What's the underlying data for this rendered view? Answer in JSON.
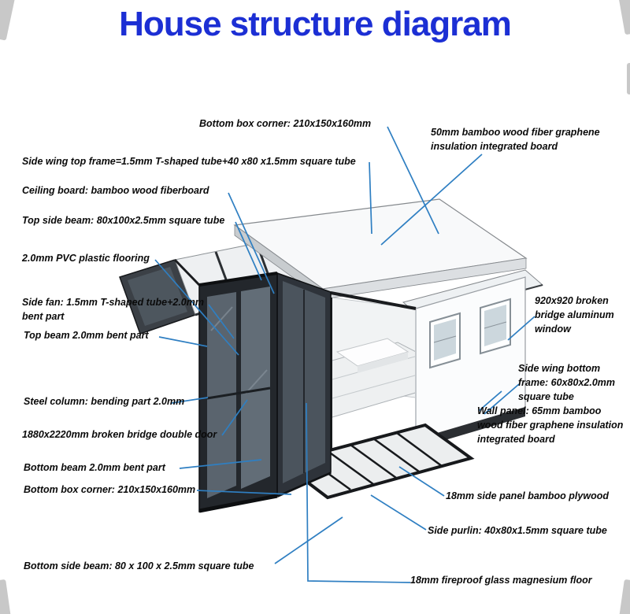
{
  "title": "House structure diagram",
  "colors": {
    "title_blue": "#1c2fd4",
    "leader_line_blue": "#2f7fc2",
    "frame_black": "#1a1c1f",
    "panel_white": "#f8f9fa"
  },
  "labels": [
    {
      "id": "bottom-box-corner-top",
      "text": "Bottom box corner:  210x150x160mm"
    },
    {
      "id": "insulation-board",
      "text": "50mm bamboo wood fiber graphene insulation integrated board"
    },
    {
      "id": "side-wing-top-frame",
      "text": "Side wing top frame=1.5mm T-shaped tube+40 x80 x1.5mm square tube"
    },
    {
      "id": "ceiling-board",
      "text": "Ceiling board:  bamboo wood fiberboard"
    },
    {
      "id": "top-side-beam",
      "text": "Top side beam:  80x100x2.5mm square tube"
    },
    {
      "id": "pvc-flooring",
      "text": "2.0mm PVC plastic flooring"
    },
    {
      "id": "side-fan",
      "text": "Side fan:  1.5mm T-shaped tube+2.0mm bent part"
    },
    {
      "id": "top-beam-bent-part",
      "text": "Top beam 2.0mm bent part"
    },
    {
      "id": "aluminum-window",
      "text": "920x920 broken bridge aluminum window"
    },
    {
      "id": "steel-column",
      "text": "Steel column:  bending part 2.0mm"
    },
    {
      "id": "side-wing-bottom-frame",
      "text": "Side wing bottom frame:  60x80x2.0mm square tube"
    },
    {
      "id": "wall-panel",
      "text": "Wall panel:  65mm bamboo wood fiber graphene insulation integrated board"
    },
    {
      "id": "double-door",
      "text": "1880x2220mm broken bridge double door"
    },
    {
      "id": "bottom-beam-bent-part",
      "text": "Bottom beam 2.0mm bent part"
    },
    {
      "id": "bottom-box-corner-bottom",
      "text": "Bottom box corner:  210x150x160mm"
    },
    {
      "id": "side-panel-plywood",
      "text": "18mm side panel bamboo plywood"
    },
    {
      "id": "side-purlin",
      "text": "Side purlin:  40x80x1.5mm square tube"
    },
    {
      "id": "bottom-side-beam",
      "text": "Bottom side beam:  80 x 100 x 2.5mm square tube"
    },
    {
      "id": "fireproof-floor",
      "text": "18mm fireproof glass magnesium floor"
    }
  ]
}
